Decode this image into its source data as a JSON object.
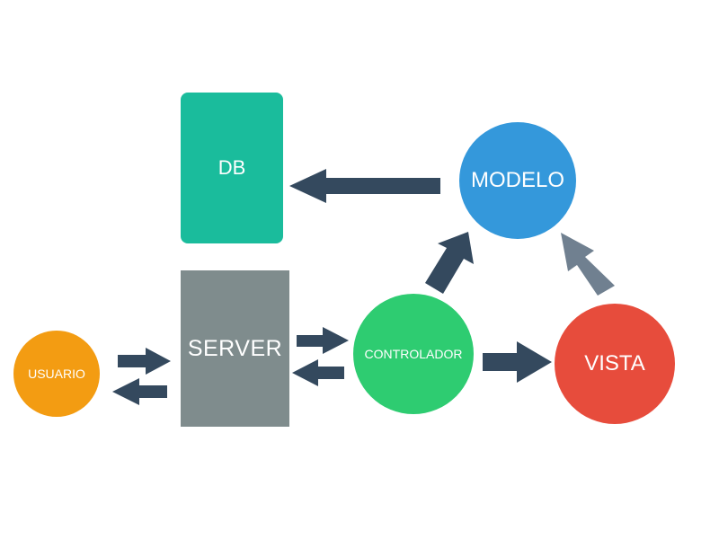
{
  "nodes": {
    "db": {
      "label": "DB",
      "color": "#1abc9c"
    },
    "server": {
      "label": "SERVER",
      "color": "#7f8c8d"
    },
    "usuario": {
      "label": "USUARIO",
      "color": "#f39c12"
    },
    "controlador": {
      "label": "CONTROLADOR",
      "color": "#2ecc71"
    },
    "modelo": {
      "label": "MODELO",
      "color": "#3498db"
    },
    "vista": {
      "label": "VISTA",
      "color": "#e74c3c"
    }
  },
  "edges": [
    {
      "from": "usuario",
      "to": "server"
    },
    {
      "from": "server",
      "to": "usuario"
    },
    {
      "from": "server",
      "to": "controlador"
    },
    {
      "from": "controlador",
      "to": "server"
    },
    {
      "from": "controlador",
      "to": "vista"
    },
    {
      "from": "controlador",
      "to": "modelo"
    },
    {
      "from": "vista",
      "to": "modelo"
    },
    {
      "from": "modelo",
      "to": "db"
    }
  ],
  "arrow_color": "#34495e",
  "arrow_color_light": "#708090"
}
